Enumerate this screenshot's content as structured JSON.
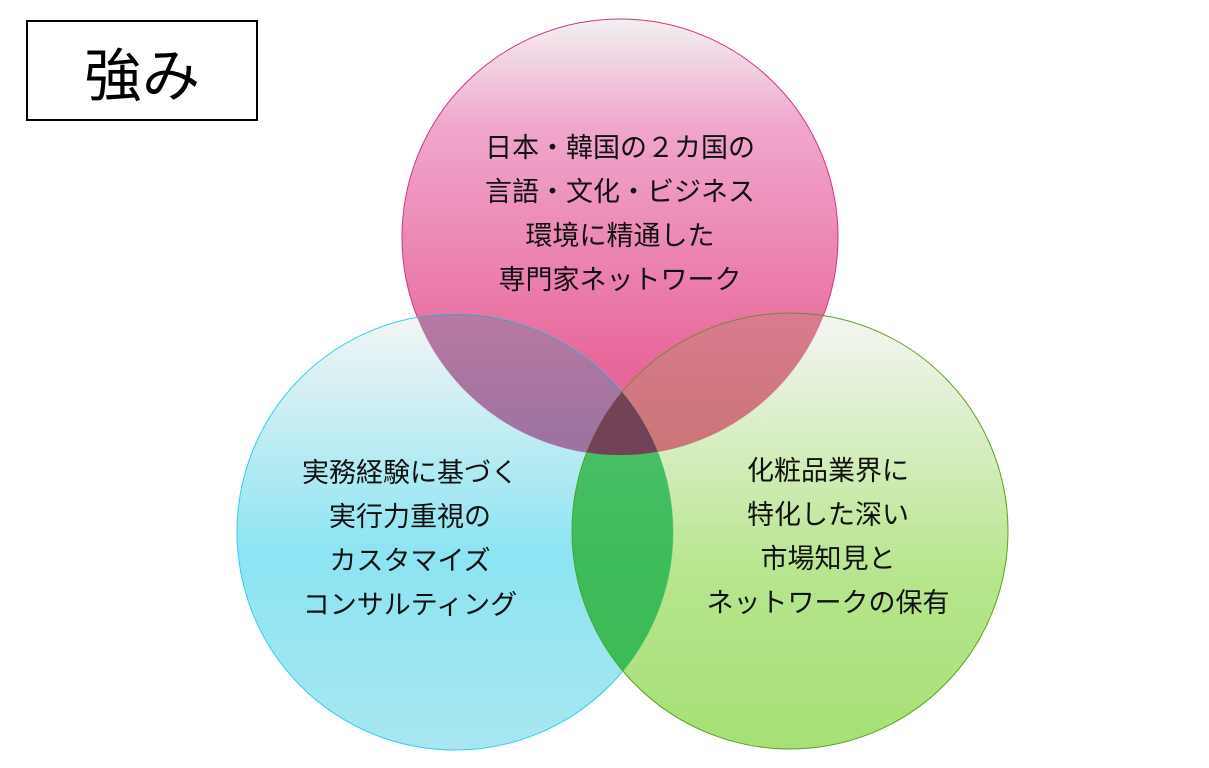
{
  "title": "強み",
  "colors": {
    "pink": "#e8679a",
    "cyan": "#4fd3ea",
    "green": "#7fd13a"
  },
  "circles": {
    "top": {
      "lines": [
        "日本・韓国の２カ国の",
        "言語・文化・ビジネス",
        "環境に精通した",
        "専門家ネットワーク"
      ]
    },
    "left": {
      "lines": [
        "実務経験に基づく",
        "実行力重視の",
        "カスタマイズ",
        "コンサルティング"
      ]
    },
    "right": {
      "lines": [
        "化粧品業界に",
        "特化した深い",
        "市場知見と",
        "ネットワークの保有"
      ]
    }
  }
}
